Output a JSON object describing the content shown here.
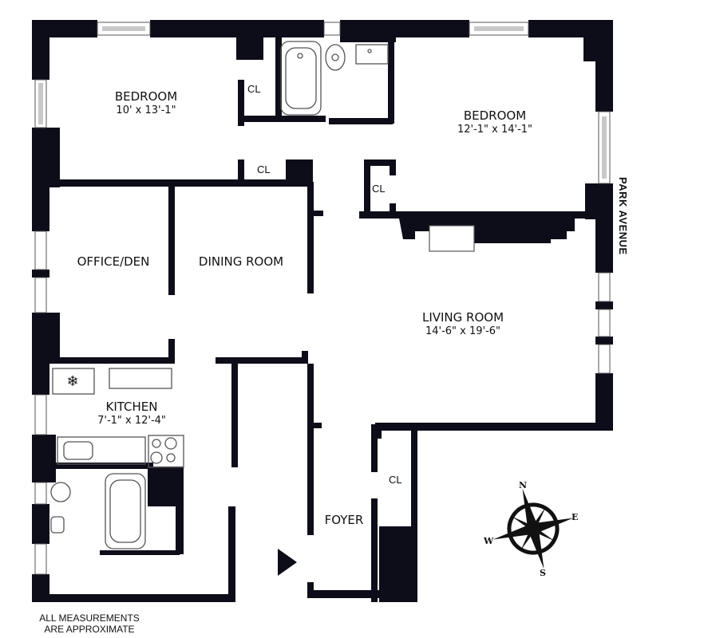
{
  "floorplan": {
    "rooms": [
      {
        "id": "bedroom-1",
        "name": "BEDROOM",
        "dimensions": "10' x 13'-1\""
      },
      {
        "id": "bedroom-2",
        "name": "BEDROOM",
        "dimensions": "12'-1\" x 14'-1\""
      },
      {
        "id": "office-den",
        "name": "OFFICE/DEN",
        "dimensions": ""
      },
      {
        "id": "dining-room",
        "name": "DINING ROOM",
        "dimensions": ""
      },
      {
        "id": "living-room",
        "name": "LIVING ROOM",
        "dimensions": "14'-6\" x 19'-6\""
      },
      {
        "id": "kitchen",
        "name": "KITCHEN",
        "dimensions": "7'-1\" x 12'-4\""
      },
      {
        "id": "foyer",
        "name": "FOYER",
        "dimensions": ""
      }
    ],
    "closets": [
      "CL",
      "CL",
      "CL",
      "CL"
    ],
    "street_label": "PARK AVENUE",
    "note_line1": "ALL MEASUREMENTS",
    "note_line2": "ARE APPROXIMATE",
    "compass": {
      "n": "N",
      "e": "E",
      "s": "S",
      "w": "W"
    },
    "colors": {
      "wall": "#0d0d1a",
      "window": "#c8c8c8",
      "fixture_stroke": "#555555"
    }
  }
}
